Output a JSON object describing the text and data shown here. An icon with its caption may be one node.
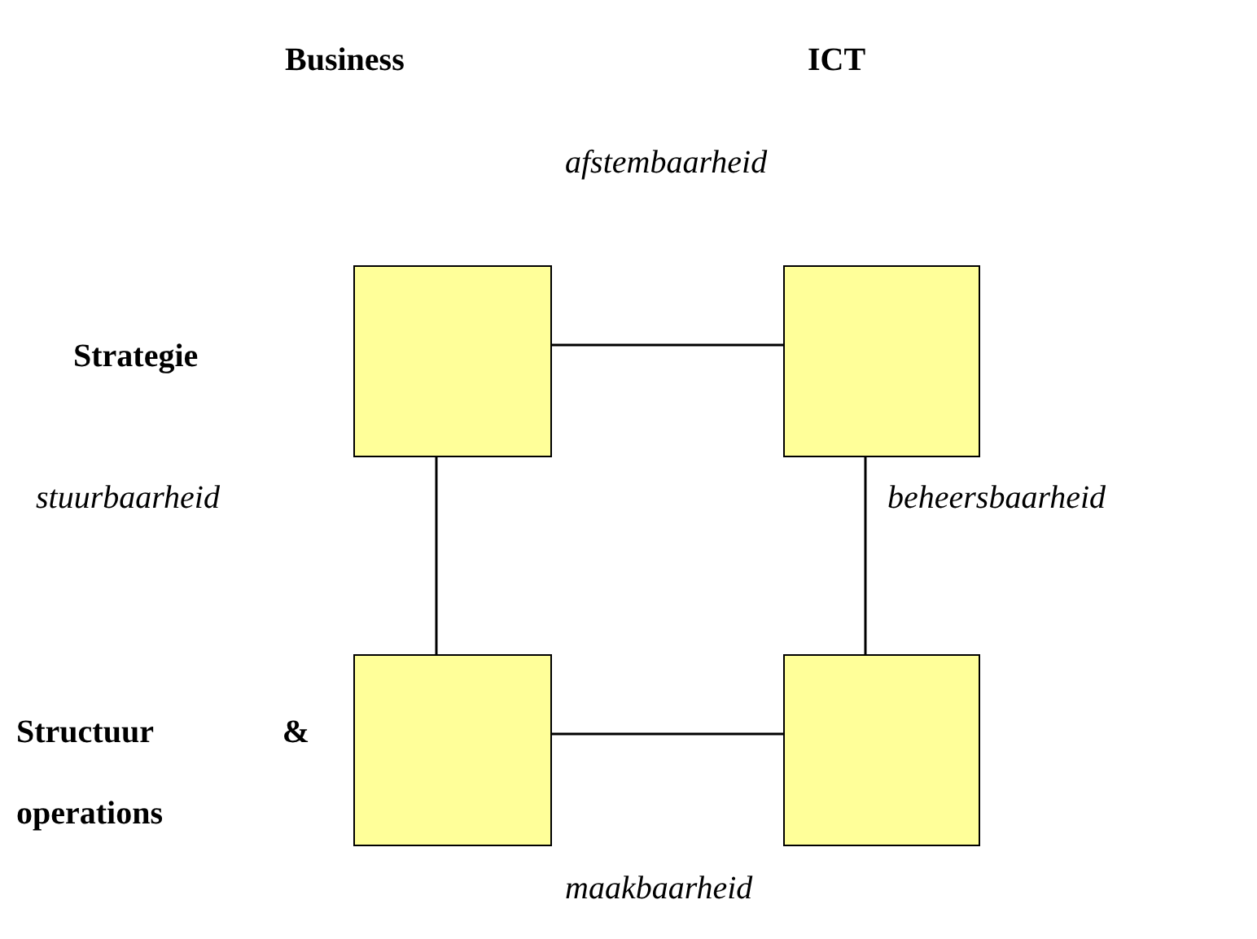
{
  "diagram": {
    "nodes": [
      {
        "text": [],
        "shape": "box"
      },
      {
        "text": [],
        "shape": "box"
      },
      {
        "text": [],
        "shape": "box"
      },
      {
        "text": [],
        "shape": "box"
      }
    ],
    "edges": [
      {
        "from": 0,
        "to": 1,
        "arrow": "none"
      },
      {
        "from": 0,
        "to": 2,
        "arrow": "none"
      },
      {
        "from": 1,
        "to": 3,
        "arrow": "none"
      },
      {
        "from": 2,
        "to": 3,
        "arrow": "none"
      }
    ],
    "labels": [
      "Business",
      "ICT",
      "afstembaarheid",
      "Strategie",
      "stuurbaarheid",
      "beheersbaarheid",
      "Structuur & operations",
      "maakbaarheid"
    ]
  }
}
